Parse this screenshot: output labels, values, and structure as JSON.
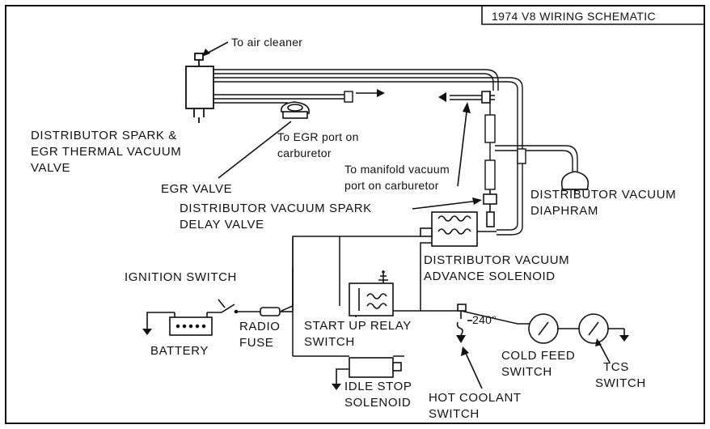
{
  "title": "1974 V8 WIRING SCHEMATIC",
  "labels": {
    "to_air_cleaner": "To air cleaner",
    "thermal_valve_line1": "DISTRIBUTOR SPARK &",
    "thermal_valve_line2": "EGR THERMAL VACUUM",
    "thermal_valve_line3": "VALVE",
    "egr_port_line1": "To EGR port on",
    "egr_port_line2": "carburetor",
    "egr_valve": "EGR VALVE",
    "manifold_line1": "To manifold vacuum",
    "manifold_line2": "port on carburetor",
    "delay_line1": "DISTRIBUTOR VACUUM SPARK",
    "delay_line2": "DELAY VALVE",
    "diaphram_line1": "DISTRIBUTOR VACUUM",
    "diaphram_line2": "DIAPHRAM",
    "solenoid_line1": "DISTRIBUTOR VACUUM",
    "solenoid_line2": "ADVANCE SOLENOID",
    "ignition_switch": "IGNITION SWITCH",
    "battery": "BATTERY",
    "radio_fuse_line1": "RADIO",
    "radio_fuse_line2": "FUSE",
    "relay_line1": "START UP RELAY",
    "relay_line2": "SWITCH",
    "temp": "240°",
    "cold_feed_line1": "COLD FEED",
    "cold_feed_line2": "SWITCH",
    "tcs_line1": "TCS",
    "tcs_line2": "SWITCH",
    "idle_line1": "IDLE STOP",
    "idle_line2": "SOLENOID",
    "hot_coolant_line1": "HOT COOLANT",
    "hot_coolant_line2": "SWITCH"
  }
}
